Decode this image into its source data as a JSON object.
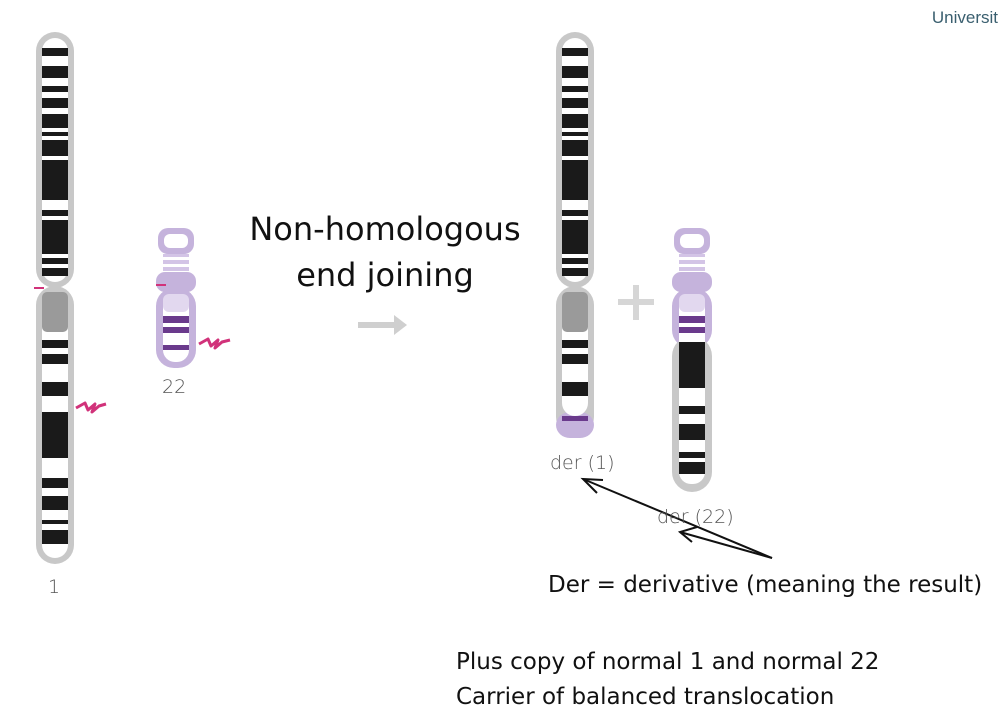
{
  "header": {
    "institution": "Universit"
  },
  "process": {
    "title_line1": "Non-homologous",
    "title_line2": "end joining",
    "arrow_icon": "arrow-right-icon",
    "plus_icon": "plus-icon"
  },
  "chromosomes": {
    "chr1_label": "1",
    "chr22_label": "22",
    "der1_label": "der (1)",
    "der22_label": "der (22)",
    "break_icon": "lightning-break-icon"
  },
  "annotations": {
    "der_definition": "Der = derivative (meaning the result)",
    "note_line1": "Plus copy of normal 1 and normal 22",
    "note_line2": "Carrier of balanced translocation"
  },
  "colors": {
    "outline_gray": "#c8c8c8",
    "band_black": "#1a1a1a",
    "centromere_gray": "#9a9a9a",
    "chr22_purple": "#c5b3dc",
    "chr22_band": "#6a3a8c",
    "break_magenta": "#d1327a",
    "arrow_gray": "#cfcfcf"
  }
}
